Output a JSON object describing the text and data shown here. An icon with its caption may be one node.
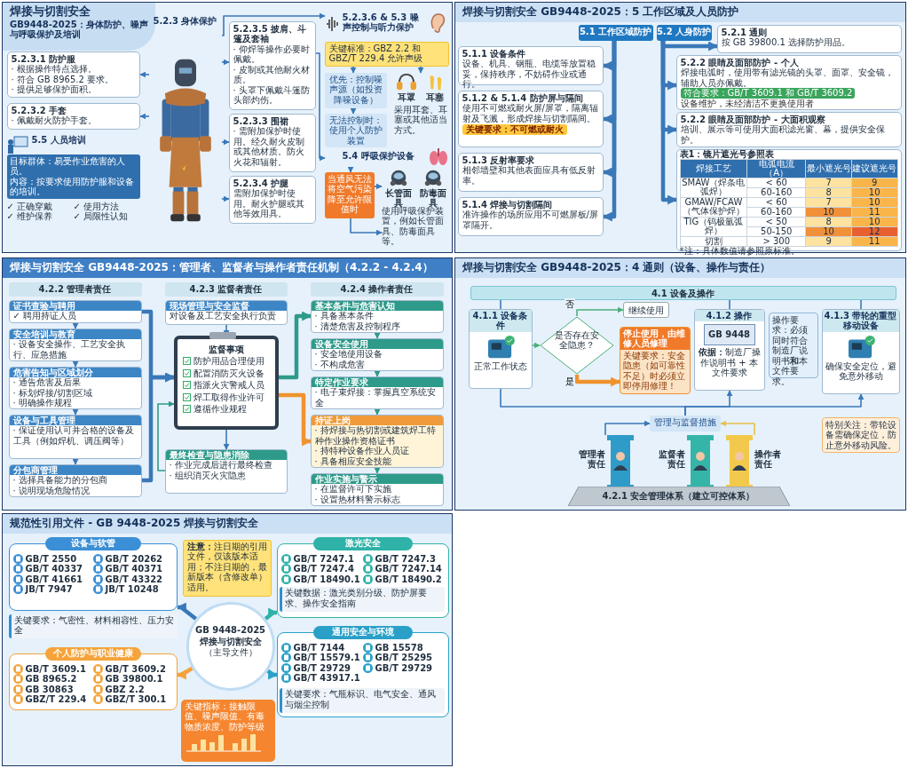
{
  "diagram": {
    "nodes": [
      {
        "text": [
          "焊接与切割安全",
          "GB9448-2025：身体防护、噪声与呼吸保护及培训"
        ]
      },
      {
        "text": [
          "5.2.3 身体保护"
        ],
        "in": 0
      },
      {
        "text": [
          "5.2.3.1 防护服",
          "· 根据操作特点选择。",
          "· 符合 GB 8965.2 要求。",
          "· 提供足够保护面积。"
        ],
        "in": 0
      },
      {
        "text": [
          "5.2.3.2 手套",
          "· 佩戴耐火防护手套。"
        ],
        "in": 0
      },
      {
        "text": [
          "5.2.3.5 披肩、斗篷及套袖",
          "· 仰焊等操作必要时佩戴。",
          "· 皮制或其他耐火材质。",
          "· 头罩下佩戴斗篷防头部灼伤。"
        ],
        "in": 0
      },
      {
        "text": [
          "5.2.3.3 围裙",
          "· 需附加保护时使用。经久耐火皮制或其他材质。防火火花和辐射。"
        ],
        "in": 0
      },
      {
        "text": [
          "5.2.3.4 护腿",
          "需附加保护时使用。耐火护腿或其他等效用具。"
        ],
        "in": 0
      },
      {
        "text": [
          "5.2.3.6 & 5.3 噪声控制与听力保护"
        ],
        "in": 0
      },
      {
        "text": [
          "关键标准：GBZ 2.2 和 GBZ/T 229.4 允许声级"
        ],
        "in": 0
      },
      {
        "text": [
          "优先：控制噪声源（如投资降噪设备）"
        ],
        "in": 0
      },
      {
        "text": [
          "无法控制时：使用个人防护装置"
        ],
        "in": 0
      },
      {
        "text": [
          "耳罩",
          "耳塞",
          "采用耳套、耳塞或其他适当方式。"
        ],
        "in": 0
      },
      {
        "text": [
          "5.4 呼吸保护设备"
        ],
        "in": 0
      },
      {
        "text": [
          "当通风无法将空气污染降至允许限值时"
        ],
        "in": 0
      },
      {
        "text": [
          "长管面具",
          "防毒面具"
        ],
        "in": 0
      },
      {
        "text": [
          "使用呼吸保护装置，例如长管面具、防毒面具等。"
        ],
        "in": 0
      },
      {
        "text": [
          "5.5 人员培训"
        ],
        "in": 0
      },
      {
        "text": [
          "目标群体：易受作业危害的人员。",
          "内容：按要求使用防护服和设备的培训。",
          "✓ 正确穿戴",
          "✓ 使用方法",
          "✓ 维护保养",
          "✓ 局限性认知"
        ],
        "in": 0
      },
      {
        "text": [
          "焊接与切割安全 GB9448-2025：5 工作区域及人员防护"
        ]
      },
      {
        "text": [
          "5.1 工作区域防护"
        ],
        "in": 18
      },
      {
        "text": [
          "5.2 人身防护"
        ],
        "in": 18
      },
      {
        "text": [
          "5.1.1 设备条件",
          "设备、机具、钢瓶、电缆等放置稳妥，保持秩序，不妨碍作业或通行。"
        ],
        "in": 18
      },
      {
        "text": [
          "5.1.2 & 5.1.4 防护屏与隔间",
          "使用不可燃或耐火屏/屏罩，隔离辐射及飞溅，形成焊接与切割隔间。",
          "关键要求：不可燃或耐火"
        ],
        "in": 18
      },
      {
        "text": [
          "5.1.3 反射率要求",
          "相邻墙壁和其他表面应具有低反射率。"
        ],
        "in": 18
      },
      {
        "text": [
          "5.1.4 焊接与切割隔间",
          "准许操作的场所应用不可燃屏板/屏罩隔开。"
        ],
        "in": 18
      },
      {
        "text": [
          "5.2.1 通则",
          "按 GB 39800.1 选择防护用品。"
        ],
        "in": 18
      },
      {
        "text": [
          "5.2.2 眼睛及面部防护 - 个人",
          "焊接电弧时，使用带有滤光镜的头罩、面罩、安全镜，辅助人员亦佩戴。",
          "符合要求：GB/T 3609.1 和 GB/T 3609.2",
          "设备维护，未经清洁不更换使用者"
        ],
        "in": 18
      },
      {
        "text": [
          "5.2.2 眼睛及面部防护 - 大面积观察",
          "培训、展示等可使用大面积滤光窗、幕，提供安全保护。"
        ],
        "in": 18
      },
      {
        "text": [
          "表1：镜片遮光号参照表",
          "焊接工艺",
          "电弧电流（A）",
          "最小遮光号",
          "建议遮光号",
          "SMAW（焊条电弧焊）",
          "< 60",
          "7",
          "9",
          "60-160",
          "8",
          "10",
          "GMAW/FCAW（气体保护焊）",
          "< 60",
          "7",
          "10",
          "60-160",
          "10",
          "11",
          "TIG（钨极氩弧焊）",
          "< 50",
          "8",
          "10",
          "50-150",
          "10",
          "12",
          "切割",
          "> 300",
          "9",
          "11",
          "*注：具体数值请参照原标准。"
        ],
        "in": 18
      },
      {
        "text": [
          "焊接与切割安全 GB9448-2025：管理者、监督者与操作者责任机制（4.2.2 - 4.2.4）"
        ]
      },
      {
        "text": [
          "4.2.2 管理者责任"
        ],
        "in": 29
      },
      {
        "text": [
          "4.2.3 监督者责任"
        ],
        "in": 29
      },
      {
        "text": [
          "4.2.4 操作者责任"
        ],
        "in": 29
      },
      {
        "text": [
          "证书查验与聘用",
          "✓ 聘用持证人员"
        ],
        "in": 29
      },
      {
        "text": [
          "安全培训与教育",
          "· 设备安全操作、工艺安全执行、应急措施"
        ],
        "in": 29
      },
      {
        "text": [
          "危害告知与区域划分",
          "· 通告危害及后果",
          "· 标划焊接/切割区域",
          "· 明确操作规程"
        ],
        "in": 29
      },
      {
        "text": [
          "设备与工具管理",
          "· 保证使用认可并合格的设备及工具（例如焊机、调压阀等）"
        ],
        "in": 29
      },
      {
        "text": [
          "分包商管理",
          "· 选择具备能力的分包商",
          "· 说明现场危险情况"
        ],
        "in": 29
      },
      {
        "text": [
          "现场管理与安全监督",
          "对设备及工艺安全执行负责"
        ],
        "in": 29
      },
      {
        "text": [
          "监督事项",
          "防护用品合理使用",
          "配置消防灭火设备",
          "指派火灾警戒人员",
          "焊工取得作业许可",
          "遵循作业规程"
        ],
        "in": 29
      },
      {
        "text": [
          "最终检查与隐患消除",
          "· 作业完成后进行最终检查",
          "· 组织消灭火灾隐患"
        ],
        "in": 29
      },
      {
        "text": [
          "基本条件与危害认知",
          "· 具备基本条件",
          "· 清楚危害及控制程序"
        ],
        "in": 29
      },
      {
        "text": [
          "设备安全使用",
          "· 安全地使用设备",
          "· 不构成危害"
        ],
        "in": 29
      },
      {
        "text": [
          "特定作业要求",
          "· 电子束焊接：掌握真空系统安全"
        ],
        "in": 29
      },
      {
        "text": [
          "持证上岗",
          "· 持焊接与热切割或建筑焊工特种作业操作资格证书",
          "· 持特种设备作业人员证",
          "· 具备相应安全技能"
        ],
        "in": 29
      },
      {
        "text": [
          "作业实施与警示",
          "· 在监督许可下实施",
          "· 设置热材料警示标志"
        ],
        "in": 29
      },
      {
        "text": [
          "焊接与切割安全 GB9448-2025：4 通则（设备、操作与责任）"
        ]
      },
      {
        "text": [
          "4.1 设备及操作"
        ],
        "in": 46
      },
      {
        "text": [
          "4.1.1 设备条件",
          "正常工作状态"
        ],
        "in": 46
      },
      {
        "text": [
          "是否存在安全隐患？"
        ],
        "in": 46
      },
      {
        "text": [
          "继续使用"
        ],
        "in": 46
      },
      {
        "text": [
          "停止使用，由维修人员修理",
          "关键要求：安全隐患（如可靠性不足）时必须立即停用修理！"
        ],
        "in": 46
      },
      {
        "text": [
          "4.1.2 操作",
          "GB 9448",
          "**依据：**制造厂操作说明书 + 本文件要求"
        ],
        "in": 46
      },
      {
        "text": [
          "操作要求：必须同时符合制造厂说明书**和**本文件要求。"
        ],
        "in": 46
      },
      {
        "text": [
          "4.1.3 带轮的重型移动设备",
          "确保安全定位，避免意外移动"
        ],
        "in": 46
      },
      {
        "text": [
          "特别关注：带轮设备需确保定位，防止意外移动风险。"
        ],
        "in": 46
      },
      {
        "text": [
          "管理与监督措施"
        ],
        "in": 46
      },
      {
        "text": [
          "管理者责任"
        ],
        "in": 46
      },
      {
        "text": [
          "监督者责任"
        ],
        "in": 46
      },
      {
        "text": [
          "操作者责任"
        ],
        "in": 46
      },
      {
        "text": [
          "4.2.1 安全管理体系（建立可控体系）"
        ],
        "in": 46
      },
      {
        "text": [
          "规范性引用文件 - GB 9448-2025 焊接与切割安全"
        ]
      },
      {
        "text": [
          "GB 9448-2025 焊接与切割安全",
          "（主导文件）"
        ],
        "in": 61
      },
      {
        "text": [
          "设备与软管",
          "GB/T 2550",
          "GB/T 20262",
          "GB/T 40337",
          "GB/T 40371",
          "GB/T 41661",
          "GB/T 43322",
          "JB/T 7947",
          "JB/T 10248"
        ],
        "in": 61
      },
      {
        "text": [
          "关键要求：气密性、材料相容性、压力安全"
        ],
        "in": 61
      },
      {
        "text": [
          "**注意：**注日期的引用文件，仅该版本适用；不注日期的，最新版本（含修改单）适用。"
        ],
        "in": 61
      },
      {
        "text": [
          "激光安全",
          "GB/T 7247.1",
          "GB/T 7247.3",
          "GB/T 7247.4",
          "GB/T 7247.14",
          "GB/T 18490.1",
          "GB/T 18490.2"
        ],
        "in": 61
      },
      {
        "text": [
          "关键数据：激光类别分级、防护屏要求、操作安全指南"
        ],
        "in": 66
      },
      {
        "text": [
          "个人防护与职业健康",
          "GB/T 3609.1",
          "GB/T 3609.2",
          "GB 8965.2",
          "GB 39800.1",
          "GB 30863",
          "GBZ 2.2",
          "GBZ/T 229.4",
          "GBZ/T 300.1"
        ],
        "in": 61
      },
      {
        "text": [
          "关键指标：接触限值、噪声限值、有毒物质浓度、防护等级"
        ],
        "in": 61
      },
      {
        "text": [
          "通用安全与环境",
          "GB/T 7144",
          "GB 15578",
          "GB/T 15579.1",
          "GB/T 25295",
          "GB/T 29729",
          "GB/T 29729",
          "GB/T 43917.1"
        ],
        "in": 61
      },
      {
        "text": [
          "关键要求：气瓶标识、电气安全、通风与烟尘控制"
        ],
        "in": 70
      }
    ],
    "edges": [
      {
        "from": 1,
        "to": 2,
        "arrow": "to"
      },
      {
        "from": 1,
        "to": 3,
        "arrow": "to"
      },
      {
        "from": 1,
        "to": 4,
        "arrow": "to"
      },
      {
        "from": 1,
        "to": 5,
        "arrow": "to"
      },
      {
        "from": 1,
        "to": 6,
        "arrow": "to"
      },
      {
        "from": 1,
        "to": 7,
        "arrow": "to"
      },
      {
        "from": 4,
        "to": 12,
        "arrow": "to"
      },
      {
        "from": 8,
        "to": 9,
        "arrow": "to"
      },
      {
        "from": 8,
        "to": 11,
        "arrow": "to"
      },
      {
        "from": 9,
        "to": 10,
        "arrow": "to"
      },
      {
        "from": 12,
        "to": 13,
        "arrow": "to"
      },
      {
        "from": 13,
        "to": 14,
        "arrow": "to"
      },
      {
        "from": 13,
        "to": 15,
        "arrow": "to"
      },
      {
        "from": 19,
        "to": 21,
        "arrow": "to",
        "style": "thick"
      },
      {
        "from": 19,
        "to": 22,
        "arrow": "to",
        "style": "thick"
      },
      {
        "from": 19,
        "to": 23,
        "arrow": "to",
        "style": "thick"
      },
      {
        "from": 19,
        "to": 24,
        "arrow": "to",
        "style": "thick"
      },
      {
        "from": 20,
        "to": 25,
        "arrow": "to",
        "style": "thick"
      },
      {
        "from": 20,
        "to": 26,
        "arrow": "to",
        "style": "thick"
      },
      {
        "from": 20,
        "to": 27,
        "arrow": "to",
        "style": "thick"
      },
      {
        "from": 20,
        "to": 28,
        "arrow": "to",
        "style": "thick"
      },
      {
        "from": 33,
        "to": 34,
        "arrow": "to"
      },
      {
        "from": 34,
        "to": 35,
        "arrow": "to"
      },
      {
        "from": 35,
        "to": 36,
        "arrow": "to"
      },
      {
        "from": 36,
        "to": 37,
        "arrow": "to"
      },
      {
        "from": 33,
        "to": 39,
        "arrow": "to",
        "style": "thick"
      },
      {
        "from": 37,
        "to": 39,
        "arrow": "to",
        "style": "thick"
      },
      {
        "from": 40,
        "to": 39,
        "arrow": "to",
        "color": "#2e9a8a"
      },
      {
        "from": 38,
        "to": 39,
        "arrow": "to"
      },
      {
        "from": 39,
        "to": 40,
        "arrow": "to"
      },
      {
        "from": 39,
        "to": 41,
        "arrow": "to",
        "style": "thick",
        "color": "#2e9a8a"
      },
      {
        "from": 39,
        "to": 44,
        "arrow": "to",
        "style": "thick",
        "color": "#f0922e"
      },
      {
        "from": 41,
        "to": 42,
        "arrow": "to",
        "color": "#2e9a8a"
      },
      {
        "from": 42,
        "to": 43,
        "arrow": "to",
        "color": "#2e9a8a"
      },
      {
        "from": 43,
        "to": 44,
        "arrow": "to",
        "color": "#2e9a8a"
      },
      {
        "from": 44,
        "to": 45,
        "arrow": "to",
        "color": "#2e9a8a"
      },
      {
        "from": 47,
        "to": 48,
        "arrow": "none"
      },
      {
        "from": 47,
        "to": 52,
        "arrow": "none"
      },
      {
        "from": 47,
        "to": 54,
        "arrow": "none"
      },
      {
        "from": 48,
        "to": 49,
        "arrow": "to",
        "color": "#4caf7a"
      },
      {
        "from": 49,
        "to": 50,
        "arrow": "to",
        "label": "否",
        "color": "#4caf7a"
      },
      {
        "from": 49,
        "to": 51,
        "arrow": "to",
        "label": "是",
        "style": "thick",
        "color": "#f0922e"
      },
      {
        "from": 56,
        "to": 48,
        "arrow": "none"
      },
      {
        "from": 56,
        "to": 52,
        "arrow": "to"
      },
      {
        "from": 56,
        "to": 54,
        "arrow": "to"
      },
      {
        "from": 57,
        "to": 56,
        "arrow": "to"
      },
      {
        "from": 59,
        "to": 56,
        "arrow": "to",
        "color": "#e8c04a"
      },
      {
        "from": 62,
        "to": 63,
        "arrow": "to",
        "style": "thick"
      },
      {
        "from": 62,
        "to": 66,
        "arrow": "to",
        "style": "thick",
        "color": "#2fb2a8"
      },
      {
        "from": 62,
        "to": 68,
        "arrow": "to",
        "style": "thick",
        "color": "#f5a33a"
      },
      {
        "from": 62,
        "to": 70,
        "arrow": "to",
        "style": "thick",
        "color": "#2aa0c8"
      }
    ]
  }
}
